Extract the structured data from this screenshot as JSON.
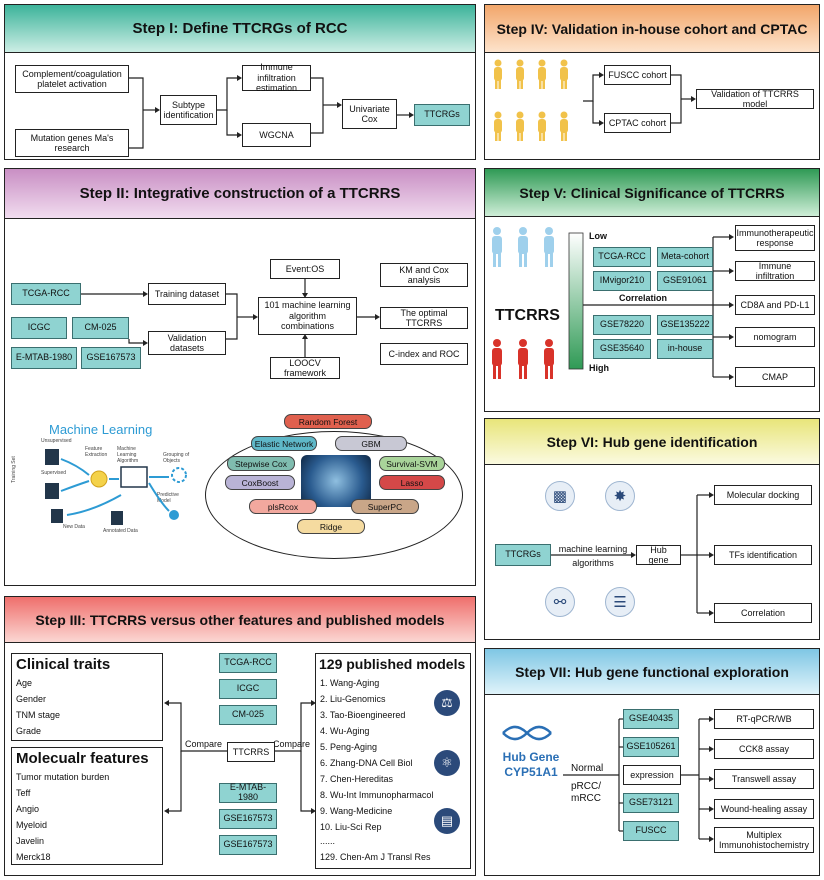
{
  "step1": {
    "title": "Step I: Define TTCRGs of RCC",
    "complement": "Complement/coagulation platelet activation",
    "mutation": "Mutation genes Ma's research",
    "subtype": "Subtype identification",
    "immune": "Immune infiltration estimation",
    "wgcna": "WGCNA",
    "univariate": "Univariate Cox",
    "ttcrgs": "TTCRGs",
    "header_color": "#3cb39a"
  },
  "step2": {
    "title": "Step II: Integrative construction of a TTCRRS",
    "tcga": "TCGA-RCC",
    "icgc": "ICGC",
    "cm025": "CM-025",
    "emtab": "E-MTAB-1980",
    "gse167573": "GSE167573",
    "training": "Training dataset",
    "validation": "Validation datasets",
    "event": "Event:OS",
    "algo": "101 machine learning algorithm combinations",
    "loocv": "LOOCV framework",
    "km": "KM and Cox analysis",
    "optimal": "The optimal TTCRRS",
    "cindex": "C-index and ROC",
    "ml_title": "Machine Learning",
    "ml_labels": [
      "Unsupervised",
      "Supervised",
      "Feature Extraction",
      "Machine Learning Algorithm",
      "Grouping of Objects",
      "Predictive Model",
      "New Data",
      "Annotated Data",
      "Training Set"
    ],
    "algorithms": {
      "rf": "Random Forest",
      "enet": "Elastic Network",
      "gbm": "GBM",
      "stepcox": "Stepwise Cox",
      "svm": "Survival-SVM",
      "coxboost": "CoxBoost",
      "lasso": "Lasso",
      "plsrcox": "plsRcox",
      "superpc": "SuperPC",
      "ridge": "Ridge"
    },
    "header_color": "#c98fc4"
  },
  "step3": {
    "title": "Step III: TTCRRS versus other features and published models",
    "clinical_title": "Clinical traits",
    "clinical": [
      "Age",
      "Gender",
      "TNM stage",
      "Grade"
    ],
    "molecular_title": "Molecualr features",
    "molecular": [
      "Tumor mutation burden",
      "Teff",
      "Angio",
      "Myeloid",
      "Javelin",
      "Merck18"
    ],
    "datasets_top": [
      "TCGA-RCC",
      "ICGC",
      "CM-025"
    ],
    "datasets_bottom": [
      "E-MTAB-1980",
      "GSE167573",
      "GSE167573"
    ],
    "compare_left": "Compare",
    "compare_right": "Compare",
    "center": "TTCRRS",
    "models_title": "129 published models",
    "models": [
      "1. Wang-Aging",
      "2. Liu-Genomics",
      "3. Tao-Bioengineered",
      "4. Wu-Aging",
      "5. Peng-Aging",
      "6. Zhang-DNA Cell Biol",
      "7. Chen-Hereditas",
      "8. Wu-Int Immunopharmacol",
      "9. Wang-Medicine",
      "10. Liu-Sci Rep",
      "......",
      "129. Chen-Am J Transl Res"
    ],
    "header_color": "#ef6f6c"
  },
  "step4": {
    "title": "Step IV: Validation in-house cohort and CPTAC",
    "fuscc": "FUSCC cohort",
    "cptac": "CPTAC cohort",
    "validation": "Validation of TTCRRS model",
    "header_color": "#f2a66a"
  },
  "step5": {
    "title": "Step V: Clinical Significance of TTCRRS",
    "low": "Low",
    "high": "High",
    "ttcrrs": "TTCRRS",
    "correlation": "Correlation",
    "cohorts": [
      "TCGA-RCC",
      "Meta-cohort",
      "IMvigor210",
      "GSE91061",
      "GSE78220",
      "GSE135222",
      "GSE35640",
      "in-house"
    ],
    "outputs": [
      "Immunotherapeutic response",
      "Immune infiltration",
      "CD8A and PD-L1",
      "nomogram",
      "CMAP"
    ],
    "header_color": "#2f9a55"
  },
  "step6": {
    "title": "Step VI: Hub gene identification",
    "ttcrgs": "TTCRGs",
    "ml": "machine learning algorithms",
    "hub": "Hub gene",
    "outputs": [
      "Molecular docking",
      "TFs identification",
      "Correlation"
    ],
    "header_color": "#e8e57a"
  },
  "step7": {
    "title": "Step VII: Hub gene functional exploration",
    "hubgene": "Hub Gene",
    "gene": "CYP51A1",
    "normal": "Normal",
    "prcc": "pRCC/ mRCC",
    "expression": "expression",
    "datasets": [
      "GSE40435",
      "GSE105261",
      "GSE73121",
      "FUSCC"
    ],
    "outputs": [
      "RT-qPCR/WB",
      "CCK8 assay",
      "Transwell assay",
      "Wound-healing assay",
      "Multiplex Immunohistochemistry"
    ],
    "header_color": "#7fc6e4"
  }
}
